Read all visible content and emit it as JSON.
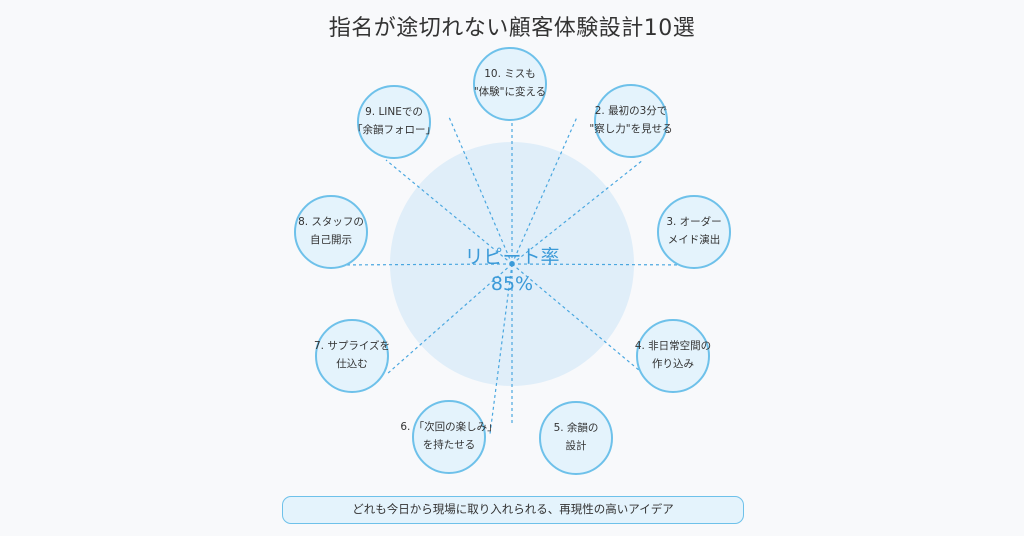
{
  "title": "指名が途切れない顧客体験設計10選",
  "center": {
    "label": "リピート率",
    "value": "85%"
  },
  "items": [
    {
      "label": "2. 最初の3分で\n\"察し力\"を見せる"
    },
    {
      "label": "3. オーダー\nメイド演出"
    },
    {
      "label": "4. 非日常空間の\n作り込み"
    },
    {
      "label": "5. 余韻の\n設計"
    },
    {
      "label": "6. 「次回の楽しみ」\nを持たせる"
    },
    {
      "label": "7. サプライズを\n仕込む"
    },
    {
      "label": "8. スタッフの\n自己開示"
    },
    {
      "label": "9. LINEでの\n「余韻フォロー」"
    },
    {
      "label": "10. ミスも\n\"体験\"に変える"
    }
  ],
  "footer": "どれも今日から現場に取り入れられる、再現性の高いアイデア",
  "colors": {
    "accent": "#3b9ad8",
    "node_fill": "#e4f3fc",
    "node_border": "#6ec1ea",
    "center_fill": "#e0eef9"
  }
}
